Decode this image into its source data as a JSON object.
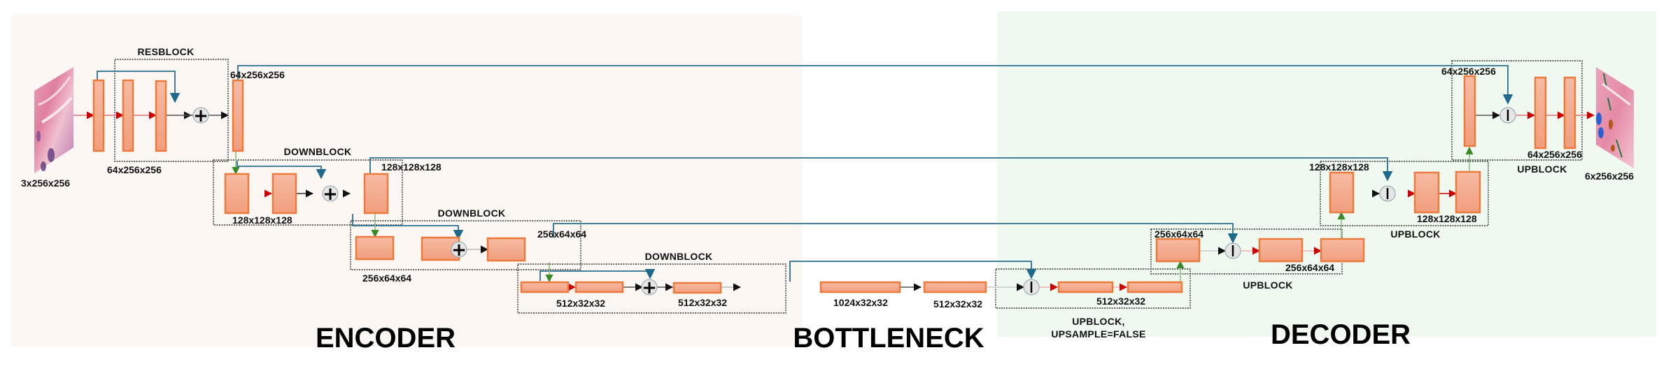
{
  "colors": {
    "encoder_bg": "#fcf7f3",
    "decoder_bg": "#eff9f0",
    "layer_fill_top": "#f5b8a0",
    "layer_fill_bottom": "#f2a07f",
    "layer_stroke": "#ec7a3c",
    "skip_line": "#2a6f8f",
    "forward_arrow_red": "#cc0000",
    "forward_arrow_black": "#111111",
    "down_up_arrow_green": "#3a8a2a",
    "op_circle_fill": "#e6e6e6"
  },
  "sections": {
    "encoder": "ENCODER",
    "bottleneck": "BOTTLENECK",
    "decoder": "DECODER"
  },
  "blocks": {
    "resblock": "RESBLOCK",
    "downblock_1": "DOWNBLOCK",
    "downblock_2": "DOWNBLOCK",
    "downblock_3": "DOWNBLOCK",
    "upblock_nosample": "UPBLOCK,",
    "upblock_nosample_sub": "UPSAMPLE=FALSE",
    "upblock_1": "UPBLOCK",
    "upblock_2": "UPBLOCK",
    "upblock_3": "UPBLOCK"
  },
  "shapes": {
    "input": "3x256x256",
    "stem": "64x256x256",
    "res_out": "64x256x256",
    "down1_in": "128x128x128",
    "down1_out": "128x128x128",
    "down2_in": "256x64x64",
    "down2_out": "256x64x64",
    "down3_in": "512x32x32",
    "down3_out": "512x32x32",
    "bneck_1": "1024x32x32",
    "bneck_2": "512x32x32",
    "up0_out": "512x32x32",
    "up1_in": "256x64x64",
    "up1_out": "256x64x64",
    "up2_in": "128x128x128",
    "up2_out": "128x128x128",
    "up3_in": "64x256x256",
    "up3_out": "64x256x256",
    "output": "6x256x256"
  },
  "operators": {
    "add": "+",
    "concat": "|"
  },
  "images": {
    "input_image": "input-tissue-image",
    "output_image": "output-segmentation-image"
  }
}
